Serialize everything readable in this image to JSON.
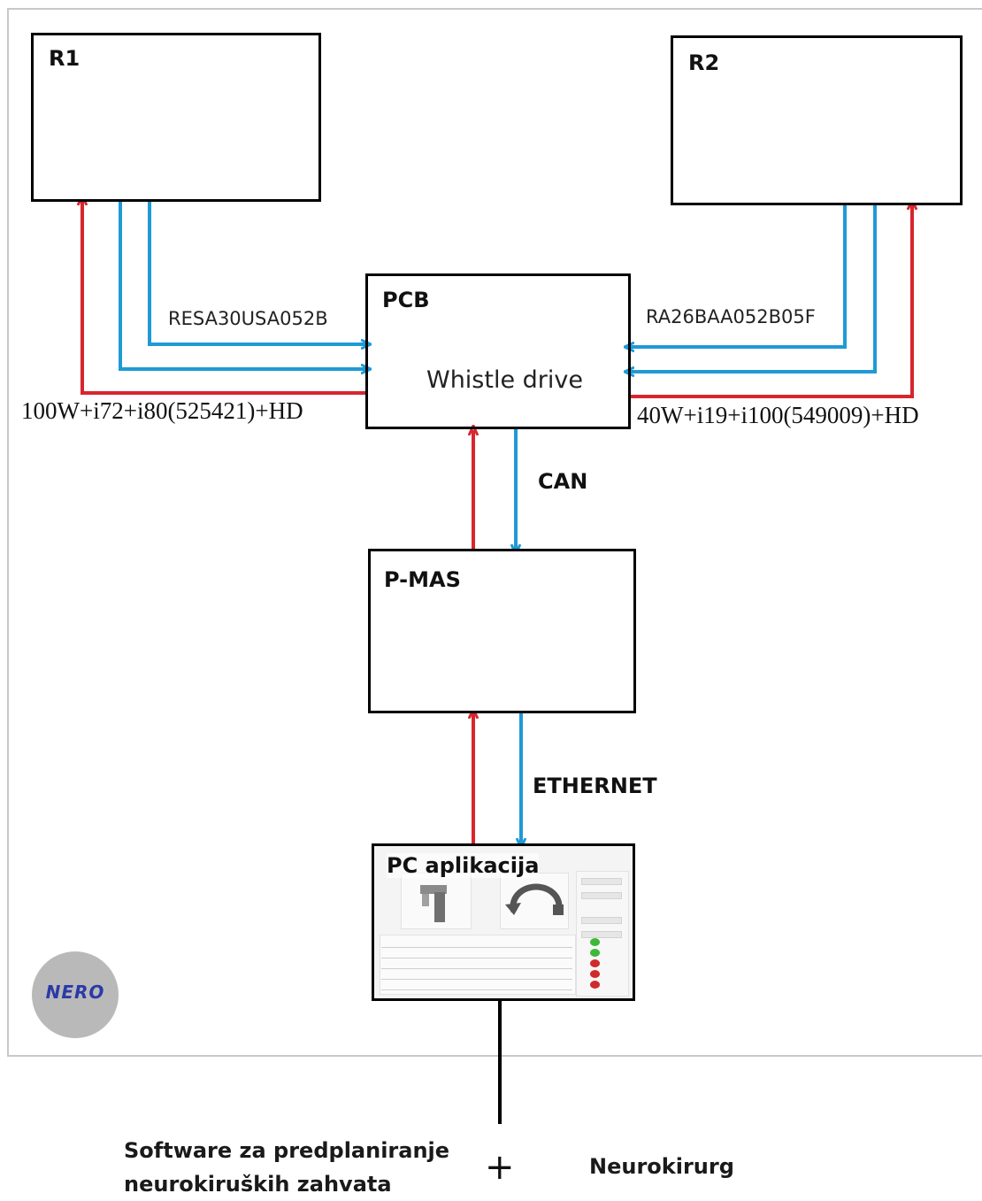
{
  "nodes": {
    "r1": "R1",
    "r2": "R2",
    "pcb": "PCB",
    "pcb_subtitle": "Whistle drive",
    "pmas": "P-MAS",
    "pc": "PC aplikacija"
  },
  "links": {
    "r1_cable": "RESA30USA052B",
    "r2_cable": "RA26BAA052B05F",
    "r1_motor": "100W+i72+i80(525421)+HD",
    "r2_motor": "40W+i19+i100(549009)+HD",
    "pcb_pmas": "CAN",
    "pmas_pc": "ETHERNET"
  },
  "bottom": {
    "software_line1": "Software za predplaniranje",
    "software_line2": "neurokiruških zahvata",
    "plus": "+",
    "surgeon": "Neurokirurg"
  },
  "logo": {
    "text": "NERO"
  },
  "colors": {
    "feedback_arrow": "#d7262e",
    "command_arrow": "#1e9ad6",
    "box_border": "#000000",
    "logo_text": "#2b3aa8"
  }
}
